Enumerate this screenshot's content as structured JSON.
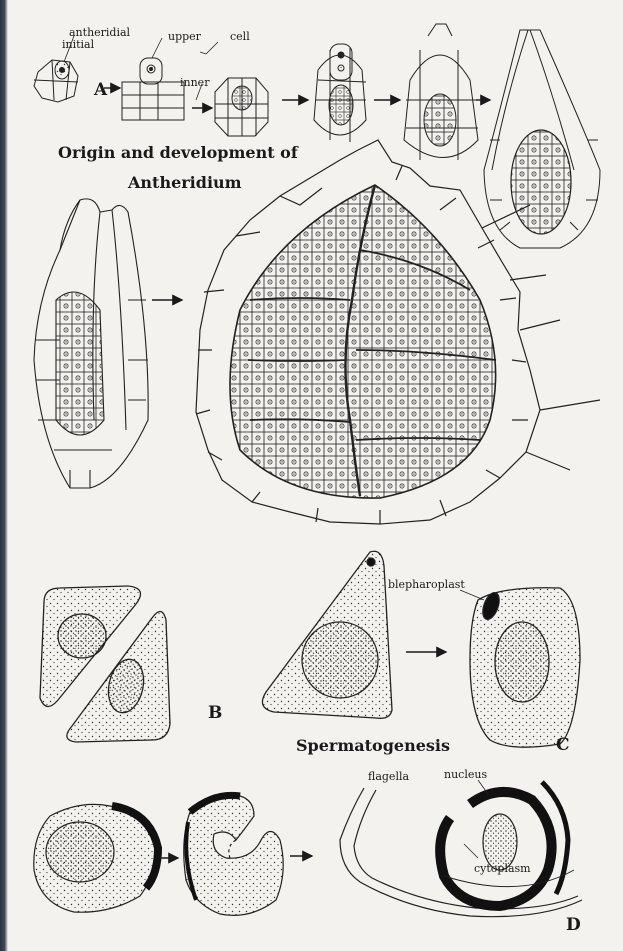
{
  "figure": {
    "title_line1": "Origin and development of",
    "title_line2": "Antheridium",
    "section_b_title": "Spermatogenesis"
  },
  "labels": {
    "antheridial": "antheridial",
    "initial": "initial",
    "upper": "upper",
    "cell": "cell",
    "inner": "inner",
    "blepharoplast": "blepharoplast",
    "flagella": "flagella",
    "nucleus": "nucleus",
    "cytoplasm": "cytoplasm"
  },
  "panel_letters": {
    "a": "A",
    "b": "B",
    "c": "C",
    "d": "D"
  },
  "arrows": {
    "a_arrow": "→"
  }
}
